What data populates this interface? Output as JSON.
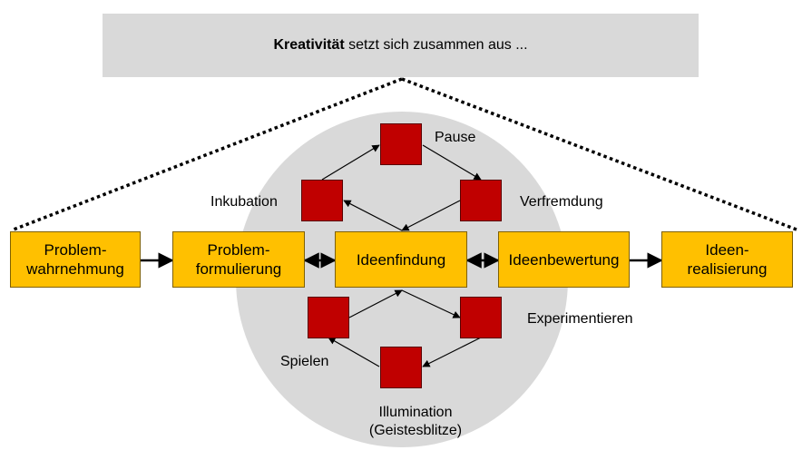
{
  "header": {
    "title_bold": "Kreativität",
    "title_rest": " setzt sich zusammen aus ..."
  },
  "process": [
    {
      "label": "Problem-\nwahrnehmung"
    },
    {
      "label": "Problem-\nformulierung"
    },
    {
      "label": "Ideenfindung"
    },
    {
      "label": "Ideenbewertung"
    },
    {
      "label": "Ideen-\nrealisierung"
    }
  ],
  "phases": {
    "pause": "Pause",
    "inkubation": "Inkubation",
    "verfremdung": "Verfremdung",
    "experimentieren": "Experimentieren",
    "spielen": "Spielen",
    "illumination_line1": "Illumination",
    "illumination_line2": "(Geistesblitze)"
  },
  "colors": {
    "process_fill": "#ffc000",
    "phase_square_fill": "#c00000",
    "ellipse_fill": "#d9d9d9",
    "header_fill": "#d9d9d9"
  }
}
